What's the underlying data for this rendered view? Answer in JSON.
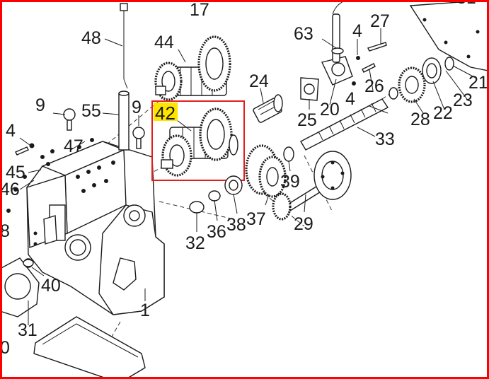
{
  "diagram": {
    "highlight_color": "#ffe400",
    "border_color": "#ff0000",
    "highlighted_part": "42",
    "part_numbers": {
      "p17": "17",
      "p31a": "31",
      "p48": "48",
      "p44": "44",
      "p63": "63",
      "p4a": "4",
      "p27": "27",
      "p24": "24",
      "p21": "21",
      "p26": "26",
      "p4b": "4",
      "p9a": "9",
      "p55": "55",
      "p9b": "9",
      "p42": "42",
      "p25": "25",
      "p20": "20",
      "p23": "23",
      "p28": "28",
      "p22": "22",
      "p4c": "4",
      "p47": "47",
      "p33": "33",
      "p45": "45",
      "p46": "46",
      "p39": "39",
      "p8": "8",
      "p37": "37",
      "p29": "29",
      "p32": "32",
      "p36": "36",
      "p38": "38",
      "p40": "40",
      "p1": "1",
      "p31b": "31",
      "p0": "0"
    }
  }
}
